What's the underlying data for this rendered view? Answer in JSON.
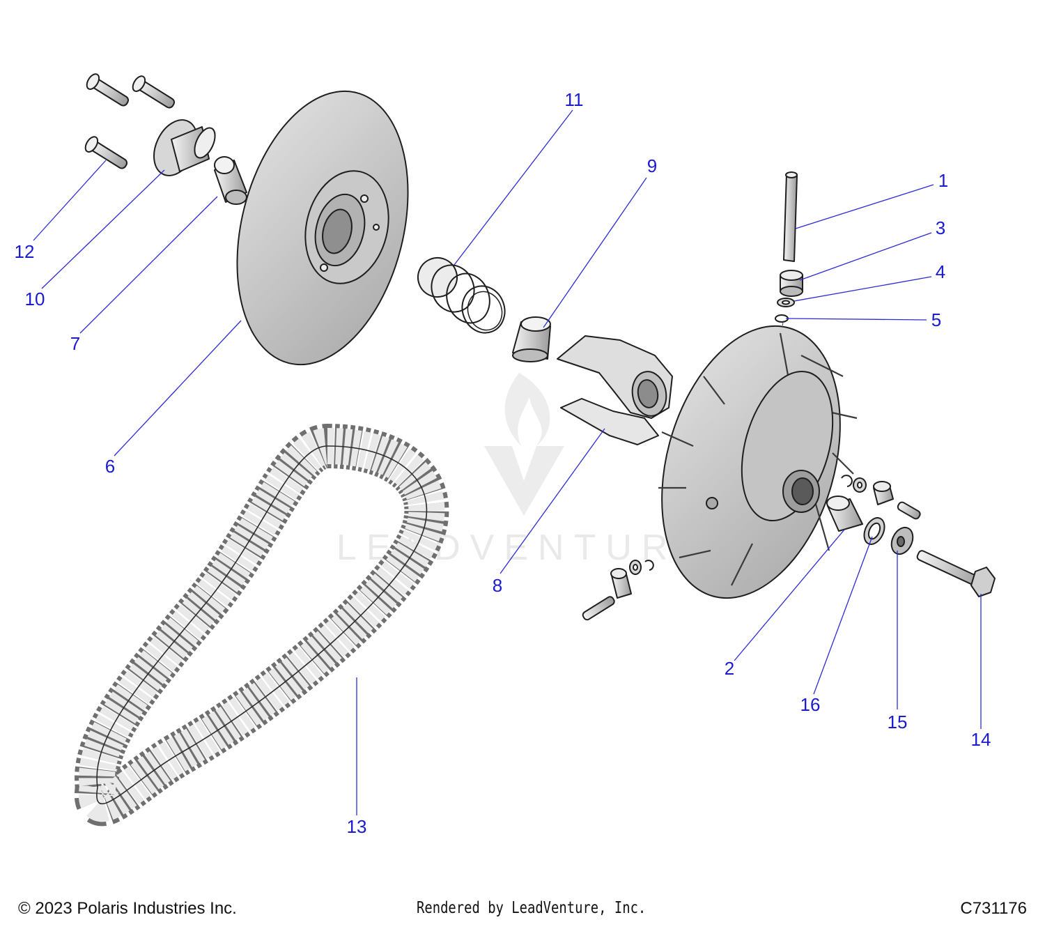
{
  "callouts": [
    {
      "number": "1"
    },
    {
      "number": "2"
    },
    {
      "number": "3"
    },
    {
      "number": "4"
    },
    {
      "number": "5"
    },
    {
      "number": "6"
    },
    {
      "number": "7"
    },
    {
      "number": "8"
    },
    {
      "number": "9"
    },
    {
      "number": "10"
    },
    {
      "number": "11"
    },
    {
      "number": "12"
    },
    {
      "number": "13"
    },
    {
      "number": "14"
    },
    {
      "number": "15"
    },
    {
      "number": "16"
    }
  ],
  "watermark": {
    "text": "LEADVENTURE"
  },
  "footer": {
    "copyright": "© 2023 Polaris Industries Inc.",
    "rendered_by": "Rendered by LeadVenture, Inc.",
    "figure_code": "C731176"
  },
  "colors": {
    "callout": "#1a1ad0",
    "part_fill": "#d6d6d6",
    "part_stroke": "#1e1e1e"
  }
}
